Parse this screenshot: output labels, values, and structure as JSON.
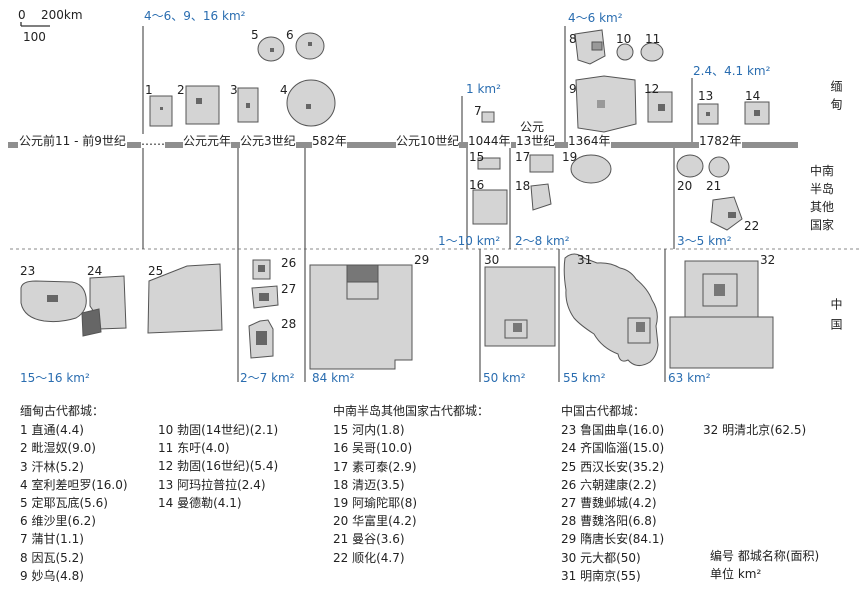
{
  "scale": {
    "zero": "0",
    "max": "200km",
    "unit": "100"
  },
  "ranges": {
    "burma_a": "4～6、9、16 km²",
    "burma_b": "1 km²",
    "burma_c": "4～6 km²",
    "burma_d": "2.4、4.1 km²",
    "sea_a": "1～10 km²",
    "sea_b": "2～8 km²",
    "sea_c": "3～5 km²",
    "china_a": "15～16 km²",
    "china_b": "2～7 km²",
    "china_c": "84 km²",
    "china_d": "50 km²",
    "china_e": "55 km²",
    "china_f": "63 km²"
  },
  "timeline": {
    "t1": "公元前11 - 前9世纪",
    "t1_dots": "……",
    "t2": "公元元年",
    "t3": "公元3世纪",
    "t4": "582年",
    "t5": "公元10世纪",
    "t6": "1044年",
    "t7_top": "公元",
    "t7_bottom": "13世纪",
    "t8": "1364年",
    "t9": "1782年"
  },
  "regions": {
    "burma": "缅甸",
    "sea": "中南半岛其他国家",
    "china": "中国"
  },
  "cities": [
    {
      "n": "1"
    },
    {
      "n": "2"
    },
    {
      "n": "3"
    },
    {
      "n": "4"
    },
    {
      "n": "5"
    },
    {
      "n": "6"
    },
    {
      "n": "7"
    },
    {
      "n": "8"
    },
    {
      "n": "9"
    },
    {
      "n": "10"
    },
    {
      "n": "11"
    },
    {
      "n": "12"
    },
    {
      "n": "13"
    },
    {
      "n": "14"
    },
    {
      "n": "15"
    },
    {
      "n": "16"
    },
    {
      "n": "17"
    },
    {
      "n": "18"
    },
    {
      "n": "19"
    },
    {
      "n": "20"
    },
    {
      "n": "21"
    },
    {
      "n": "22"
    },
    {
      "n": "23"
    },
    {
      "n": "24"
    },
    {
      "n": "25"
    },
    {
      "n": "26"
    },
    {
      "n": "27"
    },
    {
      "n": "28"
    },
    {
      "n": "29"
    },
    {
      "n": "30"
    },
    {
      "n": "31"
    },
    {
      "n": "32"
    }
  ],
  "legend": {
    "burma_title": "缅甸古代都城：",
    "burma_col1": [
      "1  直通(4.4)",
      "2  毗湿奴(9.0)",
      "3  汗林(5.2)",
      "4  室利差呾罗(16.0)",
      "5  定耶瓦底(5.6)",
      "6  维沙里(6.2)",
      "7  蒲甘(1.1)",
      "8  因瓦(5.2)",
      "9  妙乌(4.8)"
    ],
    "burma_col2": [
      "10  勃固(14世纪)(2.1)",
      "11  东吁(4.0)",
      "12  勃固(16世纪)(5.4)",
      "13  阿玛拉普拉(2.4)",
      "14  曼德勒(4.1)"
    ],
    "sea_title": "中南半岛其他国家古代都城：",
    "sea_list": [
      "15  河内(1.8)",
      "16  吴哥(10.0)",
      "17  素可泰(2.9)",
      "18  清迈(3.5)",
      "19  阿瑜陀耶(8)",
      "20  华富里(4.2)",
      "21  曼谷(3.6)",
      "22  顺化(4.7)"
    ],
    "china_title": "中国古代都城：",
    "china_col1": [
      "23  鲁国曲阜(16.0)",
      "24  齐国临淄(15.0)",
      "25  西汉长安(35.2)",
      "26  六朝建康(2.2)",
      "27  曹魏邺城(4.2)",
      "28  曹魏洛阳(6.8)",
      "29  隋唐长安(84.1)",
      "30  元大都(50)",
      "31  明南京(55)"
    ],
    "china_col2": [
      "32  明清北京(62.5)"
    ],
    "key_row1": "编号  都城名称(面积)",
    "key_row2": "单位  km²"
  }
}
